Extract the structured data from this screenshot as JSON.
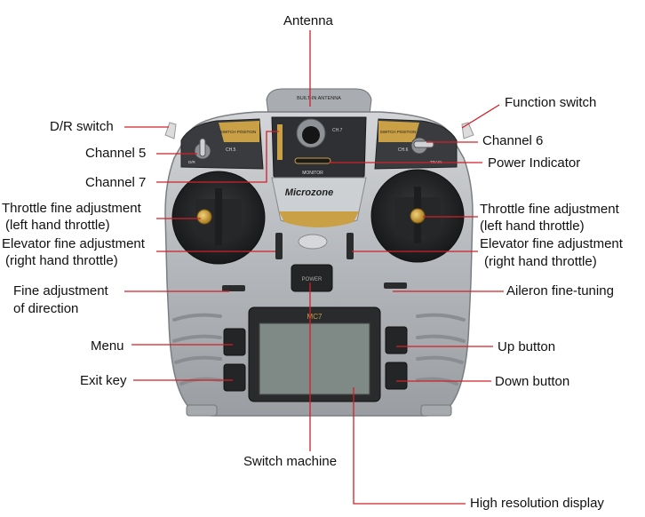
{
  "device": {
    "top_label": "BUILT-IN ANTENNA",
    "brand": "Microzone",
    "monitor_label": "MONITOR",
    "screen_label": "MC7",
    "power_label": "POWER",
    "ch7_tag": "CH.7",
    "left_plate": "SWITCH POSITION",
    "right_plate": "SWITCH POSITION",
    "left_ch": "CH.5",
    "right_ch": "CH.6",
    "dr_tag": "D/R",
    "train_tag": "TRAIN"
  },
  "labels": {
    "antenna": "Antenna",
    "function_switch": "Function switch",
    "dr_switch": "D/R switch",
    "channel5": "Channel 5",
    "channel6": "Channel 6",
    "channel7": "Channel 7",
    "power_indicator": "Power Indicator",
    "throttle_left_1": "Throttle fine adjustment",
    "throttle_left_2": "(left hand throttle)",
    "elevator_left_1": "Elevator fine adjustment",
    "elevator_left_2": "(right hand throttle)",
    "throttle_right_1": "Throttle fine adjustment",
    "throttle_right_2": "(left hand throttle)",
    "elevator_right_1": "Elevator fine adjustment",
    "elevator_right_2": "(right hand throttle)",
    "fine_direction_1": "Fine adjustment",
    "fine_direction_2": "of direction",
    "aileron": "Aileron fine-tuning",
    "menu": "Menu",
    "up_button": "Up button",
    "exit_key": "Exit key",
    "down_button": "Down button",
    "switch_machine": "Switch machine",
    "display": "High resolution display"
  },
  "colors": {
    "leader_line": "#d0202a",
    "body_silver": "#b9bcc0",
    "dark_panel": "#2b2c2e",
    "gold_accent": "#c9a045",
    "screen": "#7f8a86"
  }
}
